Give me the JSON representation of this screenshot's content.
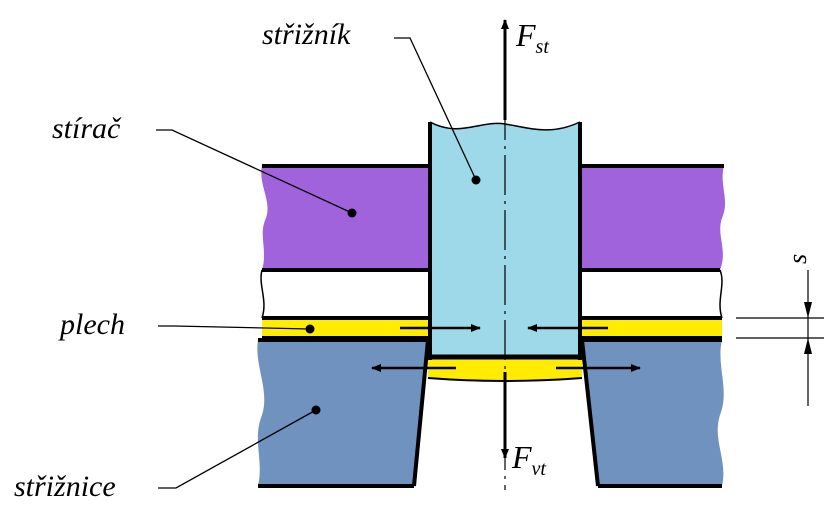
{
  "colors": {
    "punch": "#9dd9e8",
    "stripper": "#a163dc",
    "sheet": "#ffec00",
    "die": "#7092bf",
    "outline": "#000000"
  },
  "labels": {
    "punch": "střižník",
    "stripper": "stírač",
    "sheet": "plech",
    "die": "střižnice",
    "thickness": "s"
  },
  "forces": {
    "upper": {
      "symbol": "F",
      "subscript": "st"
    },
    "lower": {
      "symbol": "F",
      "subscript": "vt"
    }
  }
}
